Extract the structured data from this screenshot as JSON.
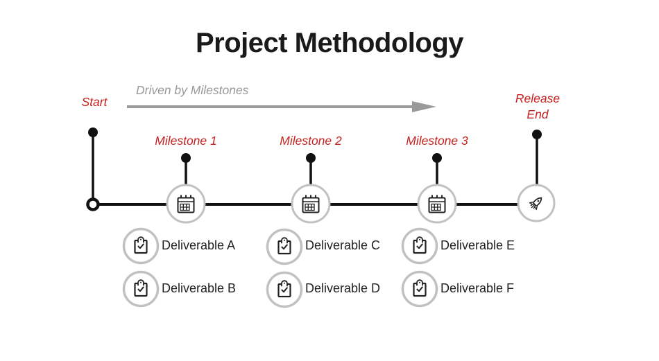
{
  "title": "Project Methodology",
  "colors": {
    "accent_red": "#c5221f",
    "muted_gray": "#999999",
    "node_ring_gray": "#c1c1c1",
    "line_black": "#111111"
  },
  "timeline": {
    "start_label": "Start",
    "arrow_label": "Driven by Milestones",
    "release_label_line1": "Release",
    "release_label_line2": "End",
    "start_node": "open-circle-marker",
    "end_node": "rocket-icon"
  },
  "milestones": [
    {
      "label": "Milestone 1",
      "icon": "calendar-icon"
    },
    {
      "label": "Milestone 2",
      "icon": "calendar-icon"
    },
    {
      "label": "Milestone 3",
      "icon": "calendar-icon"
    }
  ],
  "deliverables": [
    {
      "label": "Deliverable A",
      "icon": "clipboard-check-icon",
      "milestone": "Milestone 1"
    },
    {
      "label": "Deliverable B",
      "icon": "clipboard-check-icon",
      "milestone": "Milestone 1"
    },
    {
      "label": "Deliverable C",
      "icon": "clipboard-check-icon",
      "milestone": "Milestone 2"
    },
    {
      "label": "Deliverable D",
      "icon": "clipboard-check-icon",
      "milestone": "Milestone 2"
    },
    {
      "label": "Deliverable E",
      "icon": "clipboard-check-icon",
      "milestone": "Milestone 3"
    },
    {
      "label": "Deliverable F",
      "icon": "clipboard-check-icon",
      "milestone": "Milestone 3"
    }
  ]
}
